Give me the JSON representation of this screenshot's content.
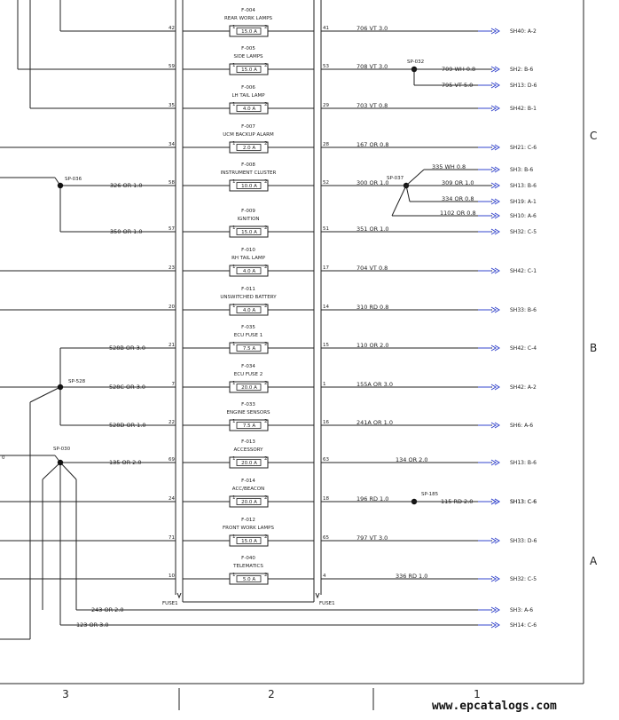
{
  "blocks": [
    {
      "fuse": "F-004",
      "name": "REAR WORK LAMPS",
      "rating": "15.0 A",
      "pin_in": "42",
      "pin_out": "41",
      "wire": "706 VT 3.0",
      "dest": "SH40: A-2",
      "hl": false
    },
    {
      "fuse": "F-005",
      "name": "SIDE LAMPS",
      "rating": "15.0 A",
      "pin_in": "59",
      "pin_out": "53",
      "wire": "708 VT 3.0",
      "dest": "",
      "hl": false
    },
    {
      "fuse": "F-006",
      "name": "LH TAIL LAMP",
      "rating": "4.0 A",
      "pin_in": "35",
      "pin_out": "29",
      "wire": "703 VT 0.8",
      "dest": "SH42: B-1",
      "hl": false
    },
    {
      "fuse": "F-007",
      "name": "UCM BACKUP ALARM",
      "rating": "2.0 A",
      "pin_in": "34",
      "pin_out": "28",
      "wire": "167 OR 0.8",
      "dest": "SH21: C-6",
      "hl": false
    },
    {
      "fuse": "F-008",
      "name": "INSTRUMENT CLUSTER",
      "rating": "10.0 A",
      "pin_in": "58",
      "pin_out": "52",
      "wire": "300 OR 1.0",
      "dest": "",
      "hl": false
    },
    {
      "fuse": "F-009",
      "name": "IGNITION",
      "rating": "15.0 A",
      "pin_in": "57",
      "pin_out": "51",
      "wire": "351 OR 1.0",
      "dest": "SH32: C-5",
      "hl": false
    },
    {
      "fuse": "F-010",
      "name": "RH TAIL LAMP",
      "rating": "4.0 A",
      "pin_in": "23",
      "pin_out": "17",
      "wire": "704 VT 0.8",
      "dest": "SH42: C-1",
      "hl": false
    },
    {
      "fuse": "F-011",
      "name": "UNSWITCHED BATTERY",
      "rating": "4.0 A",
      "pin_in": "20",
      "pin_out": "14",
      "wire": "310 RD 0.8",
      "dest": "SH33: B-6",
      "hl": false
    },
    {
      "fuse": "F-035",
      "name": "ECU FUSE 1",
      "rating": "7.5 A",
      "pin_in": "21",
      "pin_out": "15",
      "wire": "110 OR 2.0",
      "dest": "SH42: C-4",
      "hl": false
    },
    {
      "fuse": "F-034",
      "name": "ECU FUSE 2",
      "rating": "20.0 A",
      "pin_in": "7",
      "pin_out": "1",
      "wire": "155A OR 3.0",
      "dest": "SH42: A-2",
      "hl": false
    },
    {
      "fuse": "F-033",
      "name": "ENGINE SENSORS",
      "rating": "7.5 A",
      "pin_in": "22",
      "pin_out": "16",
      "wire": "241A OR 1.0",
      "dest": "SH6: A-6",
      "hl": false
    },
    {
      "fuse": "F-013",
      "name": "ACCESSORY",
      "rating": "20.0 A",
      "pin_in": "69",
      "pin_out": "63",
      "wire": "134 OR 2.0",
      "dest": "SH13: B-6",
      "hl": true
    },
    {
      "fuse": "F-014",
      "name": "ACC/BEACON",
      "rating": "20.0 A",
      "pin_in": "24",
      "pin_out": "18",
      "wire": "196 RD 1.0",
      "dest": "SH13: C-6",
      "hl": true
    },
    {
      "fuse": "F-012",
      "name": "FRONT WORK LAMPS",
      "rating": "15.0 A",
      "pin_in": "71",
      "pin_out": "65",
      "wire": "797 VT 3.0",
      "dest": "SH33: D-6",
      "hl": false
    },
    {
      "fuse": "F-040",
      "name": "TELEMATICS",
      "rating": "5.0 A",
      "pin_in": "10",
      "pin_out": "4",
      "wire": "336 RD 1.0",
      "dest": "SH32: C-5",
      "hl": true
    }
  ],
  "splices": {
    "sp032": {
      "label": "SP-032",
      "branches": [
        {
          "wire": "709 WH 0.8",
          "dest": "SH2: B-6",
          "hl": false
        },
        {
          "wire": "795 VT 5.0",
          "dest": "SH13: D-6",
          "hl": false
        }
      ]
    },
    "sp037": {
      "label": "SP-037",
      "branches": [
        {
          "wire": "335 WH 0.8",
          "dest": "SH3: B-6",
          "hl": true
        },
        {
          "wire": "309 OR 1.0",
          "dest": "SH13: B-6",
          "hl": false
        },
        {
          "wire": "334 OR 0.8",
          "dest": "SH19: A-1",
          "hl": false
        },
        {
          "wire": "1102 OR 0.8",
          "dest": "SH10: A-6",
          "hl": true
        }
      ]
    },
    "sp036": {
      "label": "SP-036",
      "wire_a": "326 OR 1.0",
      "wire_b": "350 OR 1.0"
    },
    "sp528": {
      "label": "SP-528",
      "wire_top": "528B OR 3.0",
      "wire_mid": "528C OR 3.0",
      "wire_bot": "528D OR 1.0"
    },
    "sp030": {
      "label": "SP-030",
      "left_value": "0",
      "wire": "135 OR 2.0",
      "wire_243": "243 OR 2.0",
      "wire_123": "123 OR 3.0",
      "dest_243": "SH3: A-6",
      "dest_123": "SH14: C-6"
    },
    "sp185": {
      "label": "SP-185",
      "wire": "115 RD 2.0",
      "dest": "SH13: C-6",
      "hl": true
    }
  },
  "fuse_block_label": "FUSE1",
  "zones": [
    "C",
    "B",
    "A"
  ],
  "columns": [
    "3",
    "2",
    "1"
  ],
  "watermark": "www.epcatalogs.com",
  "colors": {
    "line": "#222222",
    "arrow": "#3344cc",
    "highlight": "#7a2a8a",
    "text": "#222222"
  }
}
